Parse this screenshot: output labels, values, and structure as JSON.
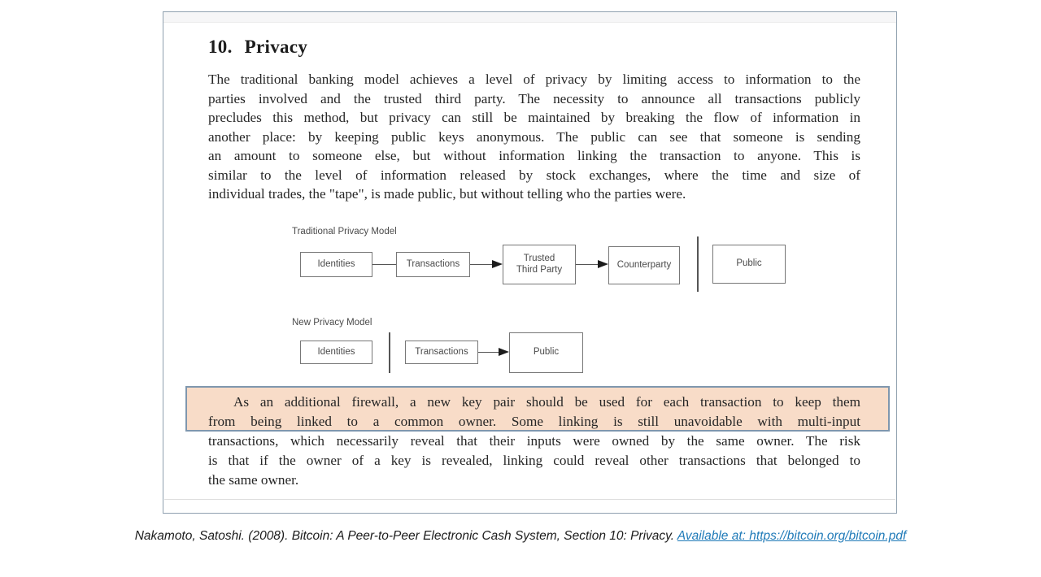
{
  "paper": {
    "title_number": "10.",
    "title_word": "Privacy",
    "para1_lines": [
      "The traditional banking model achieves a level of privacy by limiting access to information to the",
      "parties involved and the trusted third party.  The necessity to announce all transactions publicly",
      "precludes this method, but privacy can still be maintained by breaking the flow of information in",
      "another place: by keeping public keys anonymous.  The public can see that someone is sending",
      "an amount to someone else, but without information linking the transaction to anyone.  This is",
      "similar to the level of information released by stock exchanges, where the time and size of",
      "individual trades, the \"tape\", is made public, but without telling who the parties were."
    ],
    "para2_highlighted_lines": [
      "As an additional firewall, a new key pair should be used for each transaction to keep them",
      "from being linked to a common owner.  Some linking is still unavoidable with multi-input"
    ],
    "para2_remaining_lines": [
      "transactions, which necessarily reveal that their inputs were owned by the same owner.  The risk",
      "is that if the owner of a key is revealed, linking could reveal other transactions that belonged to",
      "the same owner."
    ],
    "diagram": {
      "traditional": {
        "label": "Traditional Privacy Model",
        "identities": "Identities",
        "transactions": "Transactions",
        "trusted_third_party_line1": "Trusted",
        "trusted_third_party_line2": "Third Party",
        "counterparty": "Counterparty",
        "public": "Public"
      },
      "new_model": {
        "label": "New Privacy Model",
        "identities": "Identities",
        "transactions": "Transactions",
        "public": "Public"
      }
    }
  },
  "citation": {
    "text": "Nakamoto, Satoshi. (2008). Bitcoin: A Peer-to-Peer Electronic Cash System, Section 10: Privacy. ",
    "link_text": "Available at: https://bitcoin.org/bitcoin.pdf",
    "link_url": "https://bitcoin.org/bitcoin.pdf"
  },
  "colors": {
    "page_border": "#8fa0af",
    "highlight_bg": "#f8dcc8",
    "highlight_border": "#7f97ae",
    "link_blue": "#1f7ab8"
  }
}
